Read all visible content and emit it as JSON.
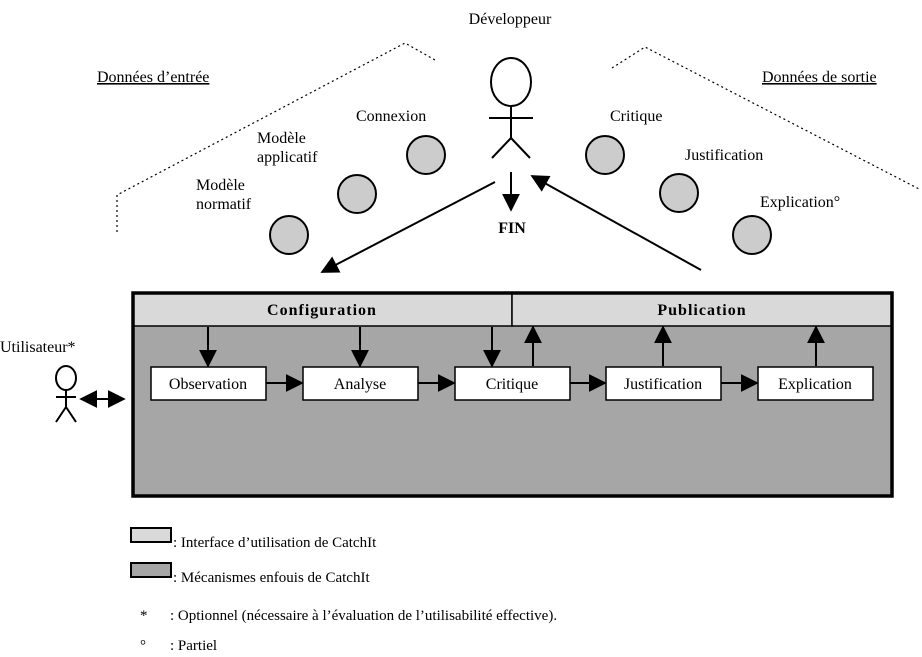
{
  "developer": {
    "label": "Développeur",
    "fin": "FIN"
  },
  "user": {
    "label": "Utilisateur*"
  },
  "inputs": {
    "heading": "Données d’entrée",
    "items": [
      {
        "label_line1": "Modèle",
        "label_line2": "normatif"
      },
      {
        "label_line1": "Modèle",
        "label_line2": "applicatif"
      },
      {
        "label_line1": "Connexion",
        "label_line2": ""
      }
    ]
  },
  "outputs": {
    "heading": "Données de sortie",
    "items": [
      {
        "label": "Critique"
      },
      {
        "label": "Justification"
      },
      {
        "label": "Explication°"
      }
    ]
  },
  "interface": {
    "configuration": "Configuration",
    "publication": "Publication",
    "steps": [
      "Observation",
      "Analyse",
      "Critique",
      "Justification",
      "Explication"
    ]
  },
  "legend": {
    "interface": ": Interface d’utilisation de CatchIt",
    "mechanisms": ": Mécanismes enfouis de CatchIt",
    "notes": [
      {
        "symbol": "*",
        "text": ": Optionnel (nécessaire à l’évaluation de l’utilisabilité effective)."
      },
      {
        "symbol": "°",
        "text": ": Partiel"
      }
    ]
  },
  "colors": {
    "light_gray": "#d9d9d9",
    "dark_gray": "#a6a6a6",
    "node_fill": "#cccccc"
  }
}
